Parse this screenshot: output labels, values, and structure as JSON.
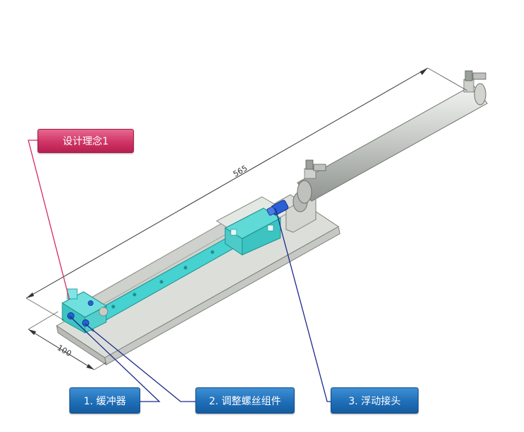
{
  "callouts": {
    "design_concept": "设计理念1",
    "item1": "1. 缓冲器",
    "item2": "2. 调整螺丝组件",
    "item3": "3. 浮动接头"
  },
  "dimensions": {
    "length": "565",
    "width": "100"
  },
  "colors": {
    "pink_leader": "#d9286a",
    "navy_leader": "#1c2a8c",
    "rail_cyan": "#3fd3d1",
    "base_gray": "#d7dbd4"
  }
}
